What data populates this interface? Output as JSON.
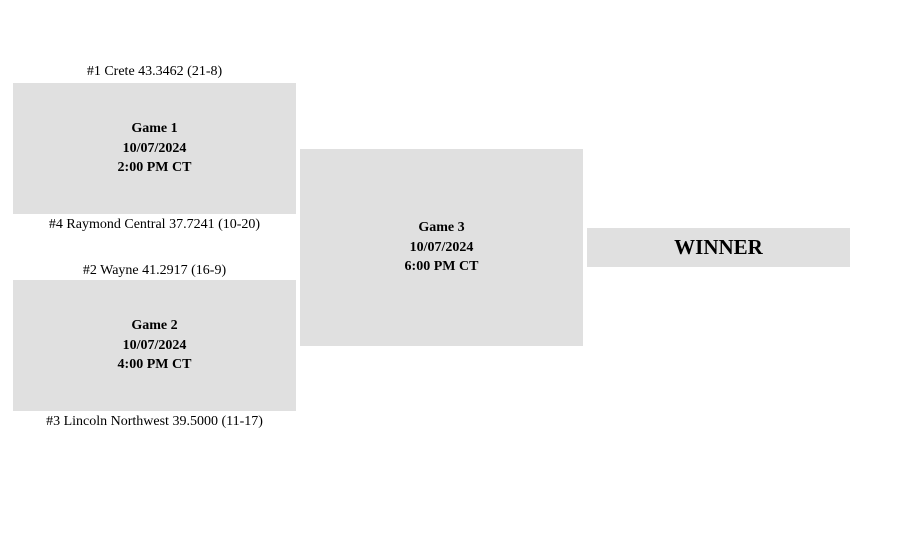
{
  "teams": {
    "seed1": "#1 Crete 43.3462 (21-8)",
    "seed4": "#4 Raymond Central 37.7241 (10-20)",
    "seed2": "#2 Wayne 41.2917 (16-9)",
    "seed3": "#3 Lincoln Northwest 39.5000 (11-17)"
  },
  "games": [
    {
      "title": "Game 1",
      "date": "10/07/2024",
      "time": "2:00 PM CT"
    },
    {
      "title": "Game 2",
      "date": "10/07/2024",
      "time": "4:00 PM CT"
    },
    {
      "title": "Game 3",
      "date": "10/07/2024",
      "time": "6:00 PM CT"
    }
  ],
  "winner": {
    "label": "WINNER"
  },
  "colors": {
    "box_fill": "#e0e0e0",
    "text": "#000000",
    "background": "#ffffff"
  }
}
